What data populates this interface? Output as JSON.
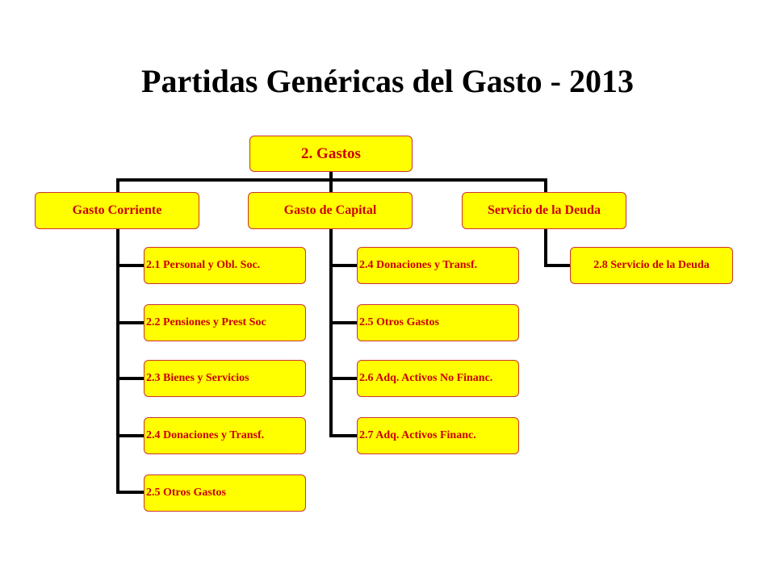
{
  "title": "Partidas Genéricas del Gasto - 2013",
  "colors": {
    "box_fill": "#ffff00",
    "box_border": "#cc3333",
    "box_text": "#cc0000",
    "connector": "#000000"
  },
  "root": {
    "label": "2. Gastos"
  },
  "categories": [
    {
      "label": "Gasto Corriente",
      "items": [
        "2.1 Personal y Obl. Soc.",
        "2.2 Pensiones y Prest Soc",
        "2.3 Bienes y Servicios",
        "2.4 Donaciones y Transf.",
        "2.5 Otros Gastos"
      ]
    },
    {
      "label": "Gasto de Capital",
      "items": [
        "2.4 Donaciones y Transf.",
        "2.5 Otros Gastos",
        "2.6 Adq. Activos No Financ.",
        "2.7 Adq. Activos Financ."
      ]
    },
    {
      "label": "Servicio de la Deuda",
      "items": [
        "2.8 Servicio de la Deuda"
      ]
    }
  ]
}
